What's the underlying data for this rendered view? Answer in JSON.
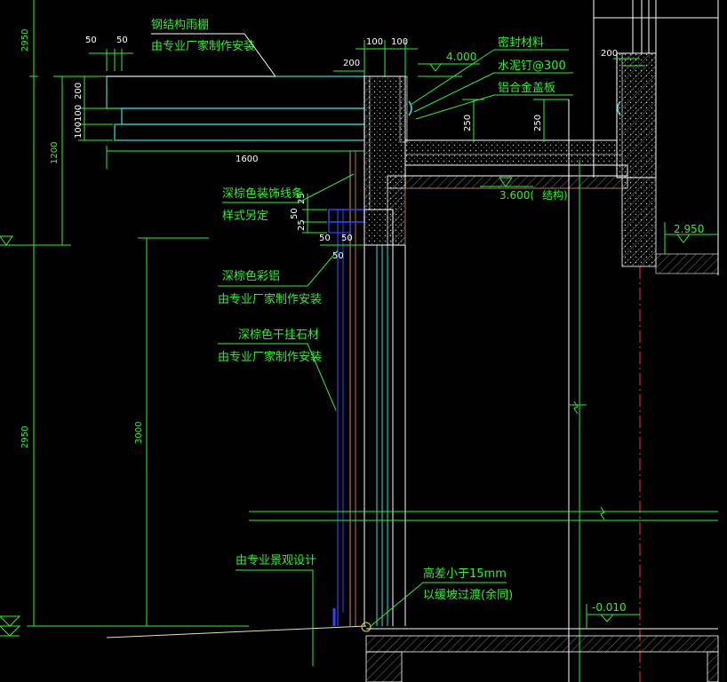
{
  "labels": {
    "canopy_title": "钢结构雨棚",
    "canopy_sub": "由专业厂家制作安装",
    "seal": "密封材料",
    "nail": "水泥钉@300",
    "cover": "铝合金盖板",
    "trim_line": "深棕色装饰线条",
    "trim_style": "样式另定",
    "alu_name": "深棕色彩铝",
    "alu_sub": "由专业厂家制作安装",
    "stone_name": "深棕色干挂石材",
    "stone_sub": "由专业厂家制作安装",
    "landscape": "由专业景观设计",
    "height_diff": "高差小于15mm",
    "slope_note": "以缓坡过渡(余同)"
  },
  "levels": {
    "l4000": "4.000",
    "l3600": "3.600(",
    "struct": "结构)",
    "l2950": "2.950",
    "lm010": "-0.010"
  },
  "dims": {
    "d50a": "50",
    "d50b": "50",
    "d100a": "100",
    "d100b": "100",
    "d200top": "200",
    "d200right": "200",
    "d200left": "200",
    "d100left": "100",
    "d100left2": "100",
    "d1600": "1600",
    "d250a": "250",
    "d250b": "250",
    "d25a": "25",
    "d50c": "50",
    "d25b": "25",
    "d50d": "50",
    "d50e": "50",
    "d50f": "50",
    "d2950top": "2950",
    "d1200": "1200",
    "d2950bot": "2950",
    "d3000": "3000"
  },
  "colors": {
    "green": "#33ee33",
    "cyan": "#33dddd",
    "white": "#ffffff",
    "yellow": "#e6e600",
    "brown": "#b07a4a",
    "blue": "#3344ff",
    "red": "#ff3333"
  }
}
